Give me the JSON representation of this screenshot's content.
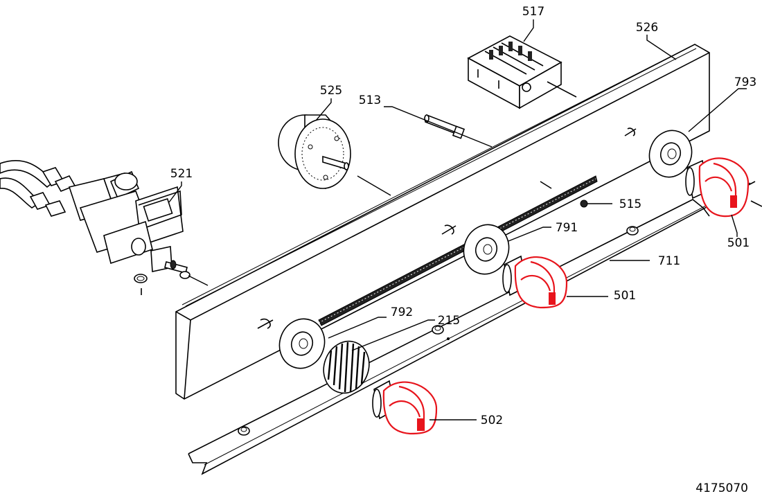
{
  "diagram": {
    "drawing_number": "4175070",
    "callouts": {
      "c517": "517",
      "c526": "526",
      "c525": "525",
      "c513": "513",
      "c793": "793",
      "c521": "521",
      "c515": "515",
      "c791": "791",
      "c501a": "501",
      "c711": "711",
      "c501b": "501",
      "c792": "792",
      "c215": "215",
      "c502": "502"
    }
  },
  "colors": {
    "knob_highlight": "#e8141c",
    "line": "#000000",
    "background": "#ffffff"
  }
}
